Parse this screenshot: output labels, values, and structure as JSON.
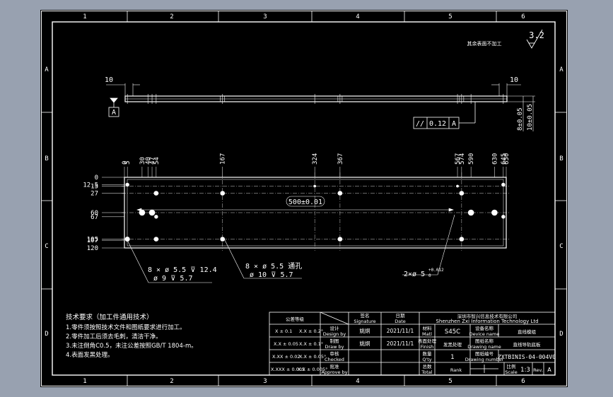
{
  "sheet": {
    "zones_top": [
      "1",
      "2",
      "3",
      "4",
      "5",
      "6"
    ],
    "zones_bottom": [
      "1",
      "2",
      "3",
      "4",
      "5",
      "6"
    ],
    "zones_left": [
      "A",
      "B",
      "C",
      "D"
    ],
    "zones_right": [
      "A",
      "B",
      "C",
      "D"
    ],
    "roughness_general": "3.2",
    "roughness_note": "其余表面不加工"
  },
  "side_view": {
    "dim_left": "10",
    "dim_right": "10",
    "datum_label": "A",
    "parallelism_symbol": "//",
    "parallelism_value": "0.12",
    "parallelism_datum": "A",
    "thickness_dim": "8±0.05",
    "height_dim": "10±0.05"
  },
  "plan_view": {
    "top_dims": [
      "0",
      "5",
      "30",
      "40",
      "47",
      "54",
      "167",
      "324",
      "367",
      "567",
      "574",
      "590",
      "630",
      "645",
      "650"
    ],
    "left_dims": [
      "0",
      "12.5",
      "15",
      "27",
      "60",
      "67",
      "105",
      "107",
      "120"
    ],
    "length_dim": "500±0.01",
    "hole_callout_1_line1": "8 × ø 5.5 ⊽ 12.4",
    "hole_callout_1_line2": "ø 9 ⊽ 5.7",
    "hole_callout_2_line1": "8 × ø 5.5 通孔",
    "hole_callout_2_line2": "ø 10 ⊽ 5.7",
    "pin_callout": "2×ø 5",
    "pin_tolerance": "+0.012",
    "pin_tolerance_low": "0"
  },
  "notes": {
    "title": "技术要求（加工件通用技术）",
    "lines": [
      "1.零件须按照技术文件和图纸要求进行加工。",
      "2.零件加工后须去毛刺，清洁干净。",
      "3.未注倒角C0.5，未注公差按照GB/T 1804-m。",
      "4.表面发黑处理。"
    ]
  },
  "title_block": {
    "tolerance_header": "公差等级",
    "tolerance_rows": [
      {
        "range": "X ± 0.1",
        "value": "X.X ± 0.2°"
      },
      {
        "range": "X.X ± 0.05",
        "value": "X.X ± 0.1°"
      },
      {
        "range": "X.XX ± 0.02",
        "value": "X.X ± 0.05°"
      },
      {
        "range": "X.XXX ± 0.005",
        "value": "X.X ± 0.005°"
      }
    ],
    "signature_cn": "签名",
    "signature_en": "Signature",
    "date_cn": "日期",
    "date_en": "Date",
    "designer_cn": "设计",
    "designer_en": "Design by",
    "drawer_cn": "制图",
    "drawer_en": "Draw by",
    "checker_cn": "审核",
    "checker_en": "Checked",
    "approver_cn": "批准",
    "approver_en": "Approve by",
    "sig_1": "姚炯",
    "sig_2": "姚炯",
    "date_1": "2021/11/1",
    "date_2": "2021/11/1",
    "company_cn": "深圳市智兴信息技术有限公司",
    "company_en": "Shenzhen Zxi Information Technology Ltd",
    "material_cn": "材料",
    "material_en": "Matl",
    "material": "S45C",
    "finish_cn": "表面处理",
    "finish_en": "Finish",
    "finish": "发黑处理",
    "qty_cn": "数量",
    "qty_en": "Q'ty",
    "qty": "1",
    "total_cn": "总数",
    "total_en": "Total",
    "rank_en": "Rank",
    "device_cn": "设备名称",
    "device_en": "Device name",
    "device": "直线模组",
    "drawname_cn": "图纸名称",
    "drawname_en": "Drawing name",
    "drawname": "直线导轨底板",
    "drawnum_cn": "图纸编号",
    "drawnum_en": "Drawing number",
    "drawnum": "ZXTBINIS-04-004V0",
    "scale_cn": "比例",
    "scale_en": "Scale",
    "scale": "1:3",
    "rev_en": "Rev.",
    "rev": "A"
  },
  "colors": {
    "background": "#98a1b0",
    "sheet": "#000000",
    "lines": "#ffffff",
    "center_lines": "#ffffff"
  }
}
